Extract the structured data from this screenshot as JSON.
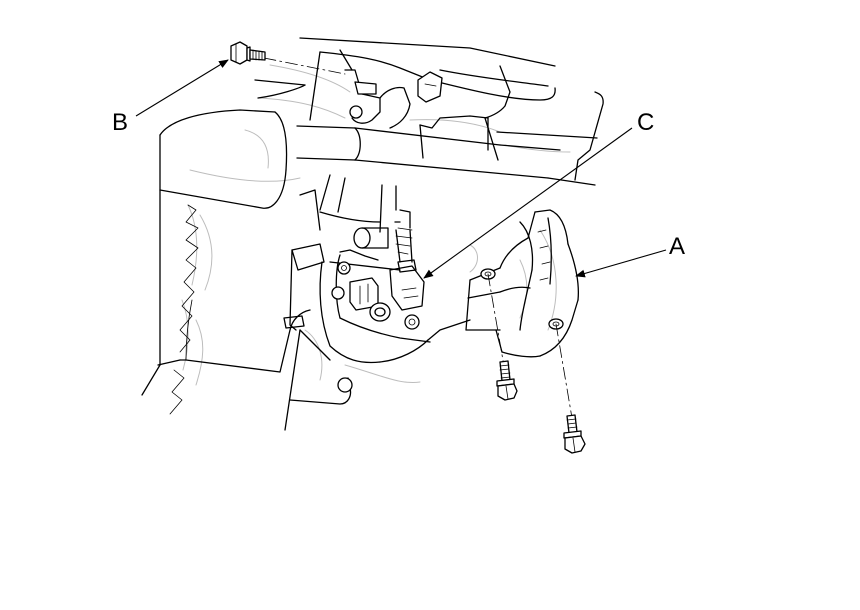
{
  "callouts": [
    {
      "id": "A",
      "text": "A"
    },
    {
      "id": "B",
      "text": "B"
    },
    {
      "id": "C",
      "text": "C"
    }
  ]
}
